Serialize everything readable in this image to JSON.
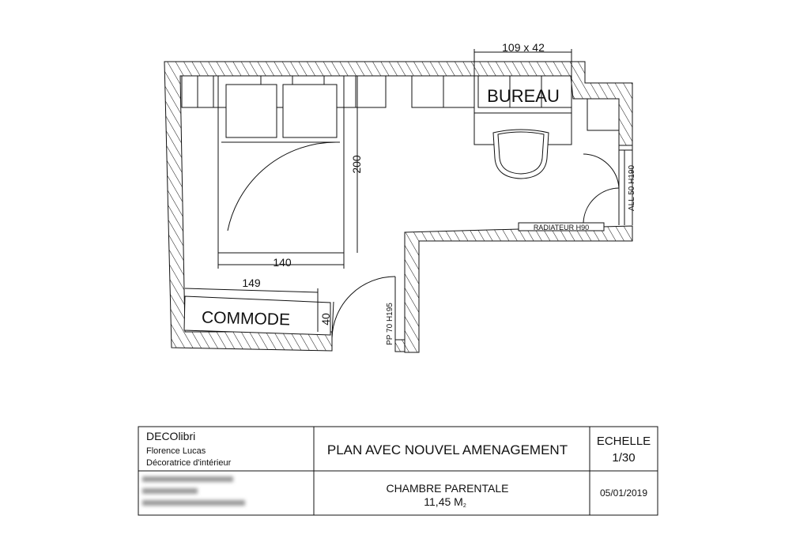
{
  "plan": {
    "labels": {
      "bureau": "BUREAU",
      "bureau_dim": "109 x 42",
      "commode": "COMMODE",
      "commode_width": "149",
      "commode_depth": "40",
      "bed_length": "200",
      "bed_width": "140",
      "radiator": "RADIATEUR H90",
      "window": "ALL 50  H190",
      "door": "PP 70  H195"
    }
  },
  "title_block": {
    "company": "DECOlibri",
    "designer": "Florence Lucas",
    "role": "Décoratrice d'intérieur",
    "title": "PLAN AVEC NOUVEL AMENAGEMENT",
    "scale_label": "ECHELLE",
    "scale_value": "1/30",
    "room": "CHAMBRE PARENTALE",
    "area": "11,45 M",
    "area_unit_sup": "2",
    "date": "05/01/2019"
  }
}
